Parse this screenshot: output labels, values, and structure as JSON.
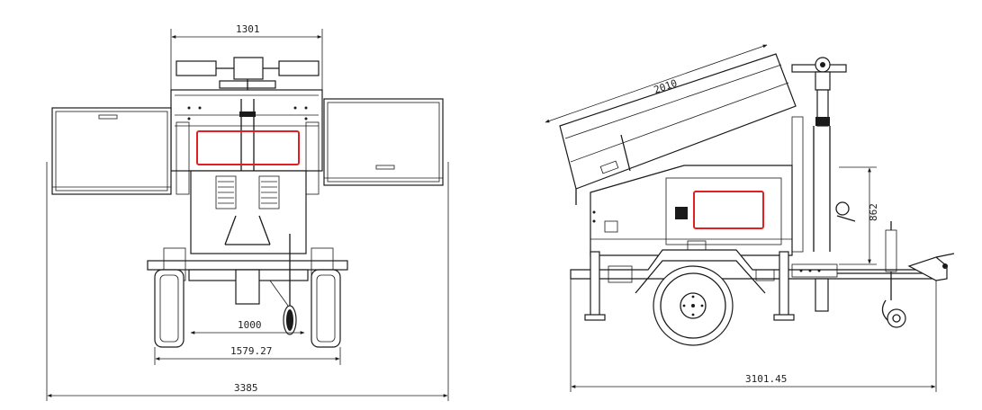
{
  "front_view": {
    "dimensions": {
      "top_width": "1301",
      "track_width": "1000",
      "wheel_span": "1579.27",
      "overall_width": "3385"
    }
  },
  "side_view": {
    "dimensions": {
      "panel_length": "2010",
      "hitch_height": "862",
      "overall_length": "3101.45"
    }
  },
  "colors": {
    "line": "#1a1a1a",
    "highlight": "#e02020",
    "background": "#ffffff"
  }
}
